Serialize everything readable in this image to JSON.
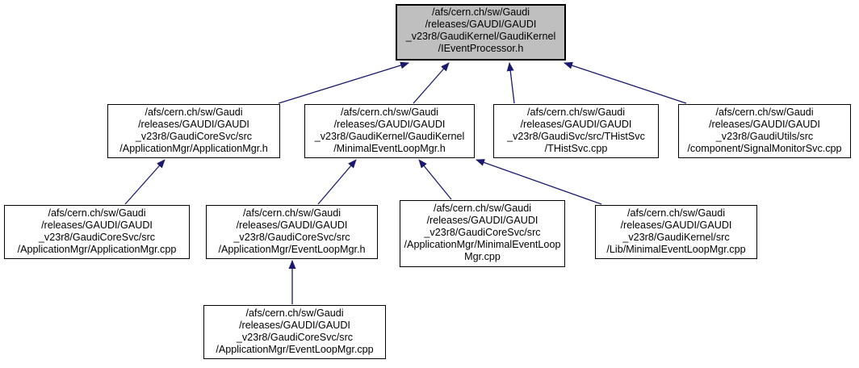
{
  "graph": {
    "type": "include-dependency-graph",
    "colors": {
      "edge": "#191970",
      "node_border": "#000000",
      "node_fill": "#ffffff",
      "root_fill": "#bfbfbf",
      "background": "#ffffff",
      "text": "#000000"
    },
    "nodes": [
      {
        "id": "ieventprocessor-h",
        "highlighted": true,
        "label": "/afs/cern.ch/sw/Gaudi\n/releases/GAUDI/GAUDI\n_v23r8/GaudiKernel/GaudiKernel\n/IEventProcessor.h"
      },
      {
        "id": "applicationmgr-h",
        "highlighted": false,
        "label": "/afs/cern.ch/sw/Gaudi\n/releases/GAUDI/GAUDI\n_v23r8/GaudiCoreSvc/src\n/ApplicationMgr/ApplicationMgr.h"
      },
      {
        "id": "minimaleventloopmgr-h",
        "highlighted": false,
        "label": "/afs/cern.ch/sw/Gaudi\n/releases/GAUDI/GAUDI\n_v23r8/GaudiKernel/GaudiKernel\n/MinimalEventLoopMgr.h"
      },
      {
        "id": "thistsvc-cpp",
        "highlighted": false,
        "label": "/afs/cern.ch/sw/Gaudi\n/releases/GAUDI/GAUDI\n_v23r8/GaudiSvc/src/THistSvc\n/THistSvc.cpp"
      },
      {
        "id": "signalmonitorsvc-cpp",
        "highlighted": false,
        "label": "/afs/cern.ch/sw/Gaudi\n/releases/GAUDI/GAUDI\n_v23r8/GaudiUtils/src\n/component/SignalMonitorSvc.cpp"
      },
      {
        "id": "applicationmgr-cpp",
        "highlighted": false,
        "label": "/afs/cern.ch/sw/Gaudi\n/releases/GAUDI/GAUDI\n_v23r8/GaudiCoreSvc/src\n/ApplicationMgr/ApplicationMgr.cpp"
      },
      {
        "id": "eventloopmgr-h",
        "highlighted": false,
        "label": "/afs/cern.ch/sw/Gaudi\n/releases/GAUDI/GAUDI\n_v23r8/GaudiCoreSvc/src\n/ApplicationMgr/EventLoopMgr.h"
      },
      {
        "id": "minimaleventloopmgr-cpp-coresvc",
        "highlighted": false,
        "label": "/afs/cern.ch/sw/Gaudi\n/releases/GAUDI/GAUDI\n_v23r8/GaudiCoreSvc/src\n/ApplicationMgr/MinimalEventLoop\nMgr.cpp"
      },
      {
        "id": "minimaleventloopmgr-cpp-lib",
        "highlighted": false,
        "label": "/afs/cern.ch/sw/Gaudi\n/releases/GAUDI/GAUDI\n_v23r8/GaudiKernel/src\n/Lib/MinimalEventLoopMgr.cpp"
      },
      {
        "id": "eventloopmgr-cpp",
        "highlighted": false,
        "label": "/afs/cern.ch/sw/Gaudi\n/releases/GAUDI/GAUDI\n_v23r8/GaudiCoreSvc/src\n/ApplicationMgr/EventLoopMgr.cpp"
      }
    ],
    "edges": [
      {
        "from": "applicationmgr-h",
        "to": "ieventprocessor-h"
      },
      {
        "from": "minimaleventloopmgr-h",
        "to": "ieventprocessor-h"
      },
      {
        "from": "thistsvc-cpp",
        "to": "ieventprocessor-h"
      },
      {
        "from": "signalmonitorsvc-cpp",
        "to": "ieventprocessor-h"
      },
      {
        "from": "applicationmgr-cpp",
        "to": "applicationmgr-h"
      },
      {
        "from": "eventloopmgr-h",
        "to": "minimaleventloopmgr-h"
      },
      {
        "from": "minimaleventloopmgr-cpp-coresvc",
        "to": "minimaleventloopmgr-h"
      },
      {
        "from": "minimaleventloopmgr-cpp-lib",
        "to": "minimaleventloopmgr-h"
      },
      {
        "from": "eventloopmgr-cpp",
        "to": "eventloopmgr-h"
      }
    ]
  }
}
